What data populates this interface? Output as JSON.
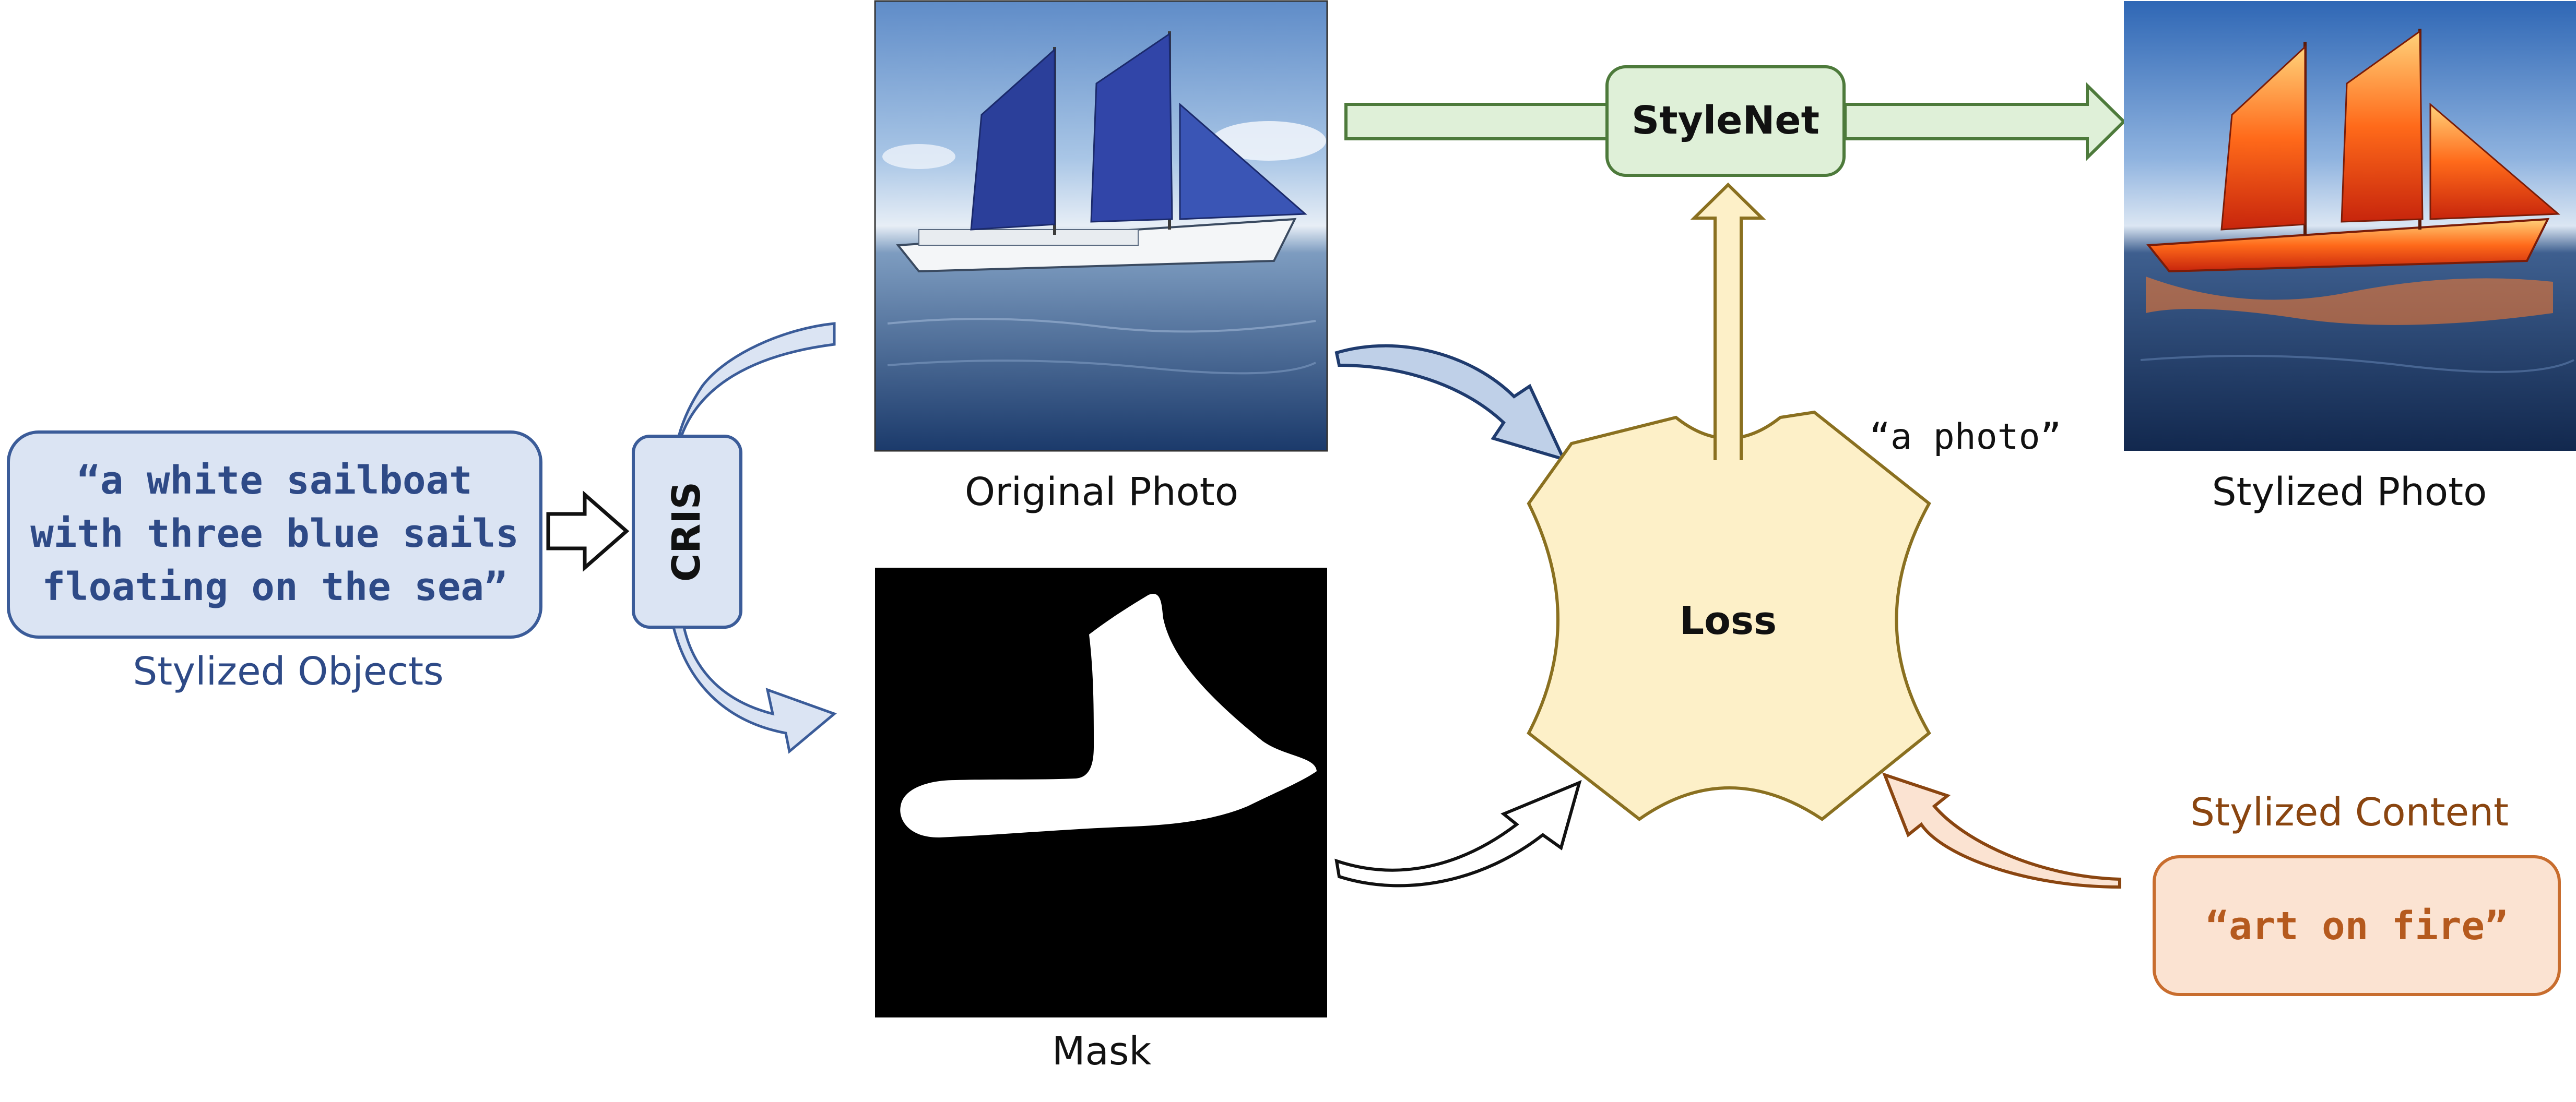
{
  "prompt": {
    "lines": [
      "“a white sailboat",
      "with three blue sails",
      "floating on the sea”"
    ],
    "caption": "Stylized Objects"
  },
  "segmenter": {
    "label": "CRIS"
  },
  "photos": {
    "original_caption": "Original Photo",
    "mask_caption": "Mask",
    "stylized_caption": "Stylized Photo"
  },
  "network": {
    "label": "StyleNet"
  },
  "loss": {
    "label": "Loss",
    "source_text": "“a photo”"
  },
  "style": {
    "caption": "Stylized Content",
    "text": "“art on fire”"
  },
  "colors": {
    "prompt_fill": "#dbe4f3",
    "prompt_stroke": "#3b5c99",
    "prompt_text": "#2e4a87",
    "stylenet_fill": "#dff0d8",
    "stylenet_stroke": "#4d7a3b",
    "loss_fill": "#fdf0c8",
    "loss_stroke": "#8a7020",
    "style_fill": "#fbe3d2",
    "style_stroke": "#c86d2e",
    "style_text": "#b55a1e",
    "style_caption": "#8a4510"
  }
}
